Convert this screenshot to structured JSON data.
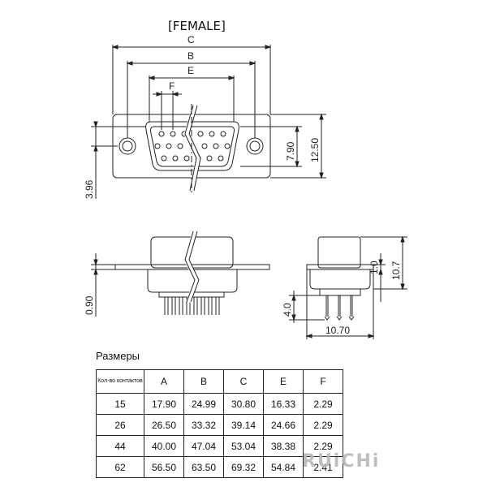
{
  "drawing": {
    "title": "[FEMALE]",
    "dims": {
      "C": "C",
      "B": "B",
      "E": "E",
      "F": "F",
      "h790": "7.90",
      "h1250": "12.50",
      "h396": "3.96",
      "h090": "0.90",
      "h10": "1.0",
      "h107": "10.7",
      "h40": "4.0",
      "w1070": "10.70"
    }
  },
  "table": {
    "title": "Размеры",
    "headers": [
      "Кол-во контактов",
      "A",
      "B",
      "C",
      "E",
      "F"
    ],
    "rows": [
      [
        "15",
        "17.90",
        "24.99",
        "30.80",
        "16.33",
        "2.29"
      ],
      [
        "26",
        "26.50",
        "33.32",
        "39.14",
        "24.66",
        "2.29"
      ],
      [
        "44",
        "40.00",
        "47.04",
        "53.04",
        "38.38",
        "2.29"
      ],
      [
        "62",
        "56.50",
        "63.50",
        "69.32",
        "54.84",
        "2.41"
      ]
    ]
  },
  "watermark": "RUiCHi",
  "colors": {
    "line": "#222222",
    "watermark": "#b8b8b8"
  }
}
